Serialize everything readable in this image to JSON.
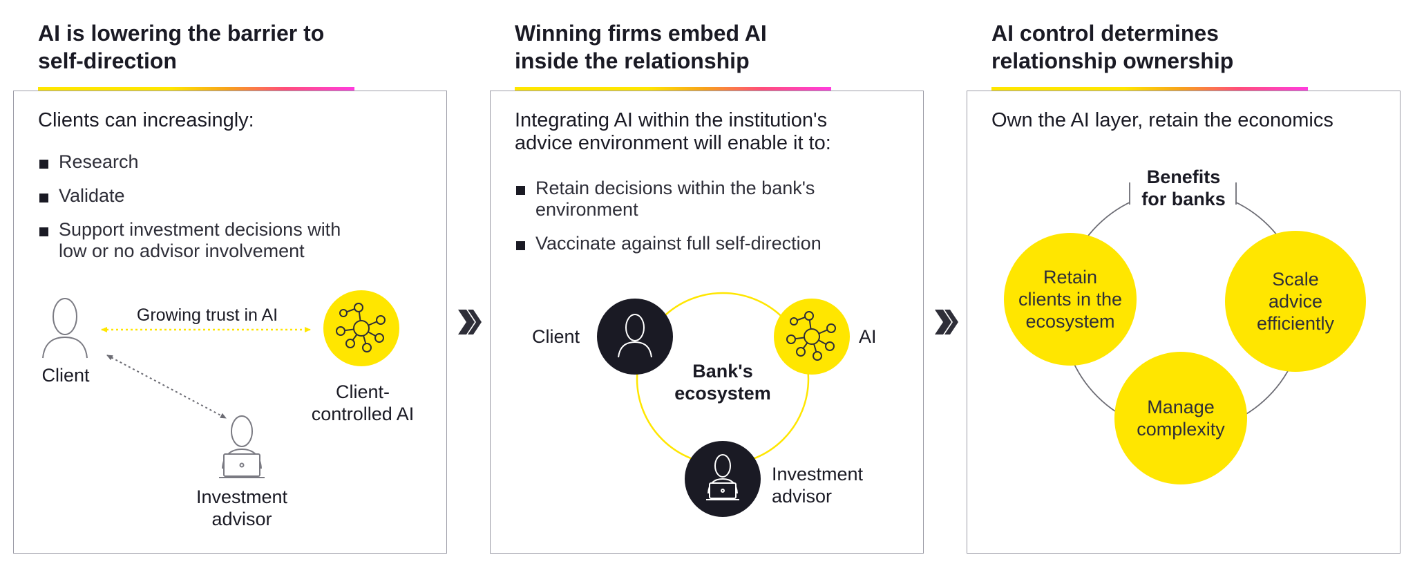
{
  "colors": {
    "accent_yellow": "#ffe600",
    "dark": "#1a1a24",
    "border": "#9a9aa5",
    "gradient_end": "#ff3cde"
  },
  "columns": [
    {
      "title": "AI is lowering the barrier to\nself-direction",
      "heading": "Clients can increasingly:",
      "bullets": [
        "Research",
        "Validate",
        "Support investment decisions with\nlow or no advisor involvement"
      ],
      "diagram": {
        "client_label": "Client",
        "trust_label": "Growing trust in AI",
        "ai_label": "Client-\ncontrolled AI",
        "advisor_label": "Investment\nadvisor",
        "icons": [
          "person-icon",
          "network-icon",
          "advisor-laptop-icon"
        ]
      }
    },
    {
      "title": "Winning firms embed AI\ninside the relationship",
      "heading": "Integrating AI within the institution's\nadvice environment will enable it to:",
      "bullets": [
        "Retain decisions within the bank's\nenvironment",
        "Vaccinate against full self-direction"
      ],
      "diagram": {
        "client_label": "Client",
        "ai_label": "AI",
        "center_label": "Bank's\necosystem",
        "advisor_label": "Investment\nadvisor",
        "icons": [
          "person-icon",
          "network-icon",
          "advisor-laptop-icon"
        ]
      }
    },
    {
      "title": "AI control determines\nrelationship ownership",
      "heading": "Own the AI layer, retain the economics",
      "diagram": {
        "center_label": "Benefits\nfor banks",
        "benefits": [
          "Retain\nclients in the\necosystem",
          "Scale\nadvice\nefficiently",
          "Manage\ncomplexity"
        ]
      }
    }
  ],
  "separators": [
    "chevron-double-right-icon",
    "chevron-double-right-icon"
  ]
}
